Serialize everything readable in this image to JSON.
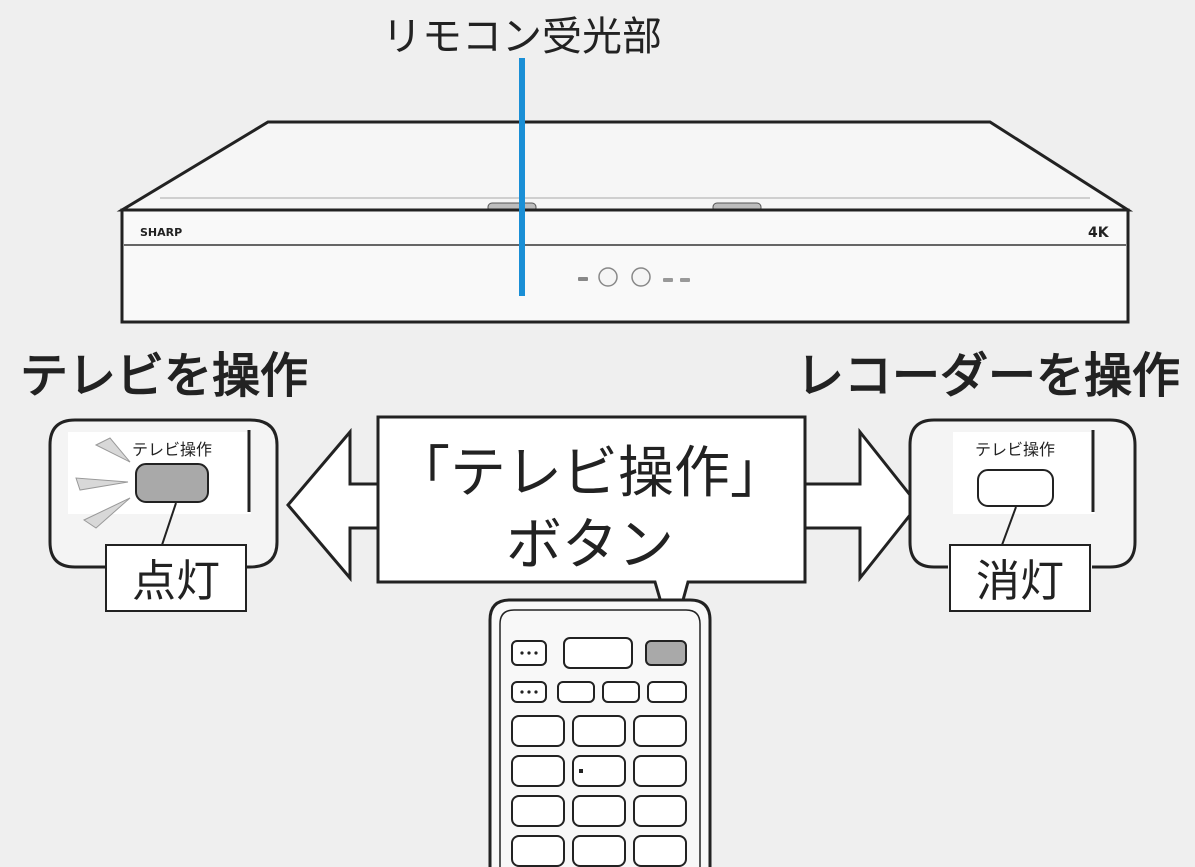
{
  "callout_label": "リモコン受光部",
  "recorder": {
    "brand": "SHARP",
    "badge": "4K"
  },
  "left": {
    "heading": "テレビを操作",
    "panel_label": "テレビ操作",
    "state": "点灯"
  },
  "right": {
    "heading": "レコーダーを操作",
    "panel_label": "テレビ操作",
    "state": "消灯"
  },
  "center": {
    "button_line1": "「テレビ操作」",
    "button_line2": "ボタン"
  },
  "colors": {
    "background": "#efefef",
    "callout_line": "#1a8fd6",
    "lit_button": "#a9a9a9",
    "outline": "#222222"
  }
}
